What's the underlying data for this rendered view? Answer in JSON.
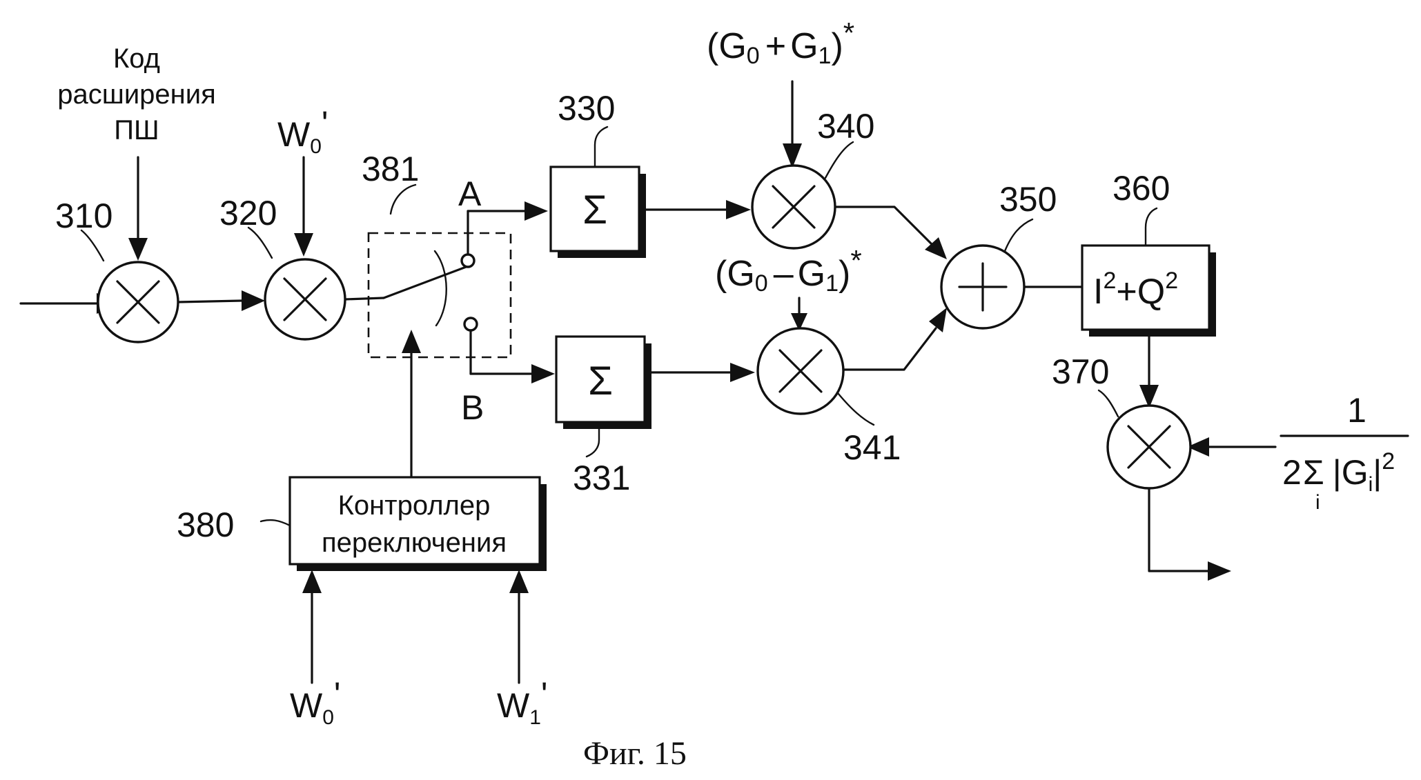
{
  "figure": {
    "caption": "Фиг. 15"
  },
  "inputs": {
    "pn_code": [
      "Код",
      "расширения",
      "ПШ"
    ],
    "w0_top": {
      "base": "W",
      "sub": "0",
      "prime": "'"
    },
    "w0_bottom": {
      "base": "W",
      "sub": "0",
      "prime": "'"
    },
    "w1_bottom": {
      "base": "W",
      "sub": "1",
      "prime": "'"
    },
    "g_sum": {
      "open": "(G",
      "sub0": "0",
      "op": "+",
      "g1": "G",
      "sub1": "1",
      "close": ")",
      "star": "*"
    },
    "g_diff": {
      "open": "(G",
      "sub0": "0",
      "op": "–",
      "g1": "G",
      "sub1": "1",
      "close": ")",
      "star": "*"
    },
    "norm": {
      "numerator": "1",
      "denominator": "2",
      "sigma": "Σ",
      "sigma_index": "i",
      "abs_open": "|G",
      "sub": "i",
      "abs_close": "|",
      "power": "2"
    }
  },
  "blocks": {
    "mult_310": {
      "ref": "310"
    },
    "mult_320": {
      "ref": "320"
    },
    "switch_381": {
      "ref": "381",
      "port_a": "A",
      "port_b": "B"
    },
    "accum_330": {
      "ref": "330",
      "symbol": "Σ"
    },
    "accum_331": {
      "ref": "331",
      "symbol": "Σ"
    },
    "mult_340": {
      "ref": "340"
    },
    "mult_341": {
      "ref": "341"
    },
    "adder_350": {
      "ref": "350"
    },
    "power_360": {
      "ref": "360",
      "i": "I",
      "exp1": "2",
      "plus": "+Q",
      "exp2": "2"
    },
    "mult_370": {
      "ref": "370"
    },
    "controller_380": {
      "ref": "380",
      "line1": "Контроллер",
      "line2": "переключения"
    }
  }
}
